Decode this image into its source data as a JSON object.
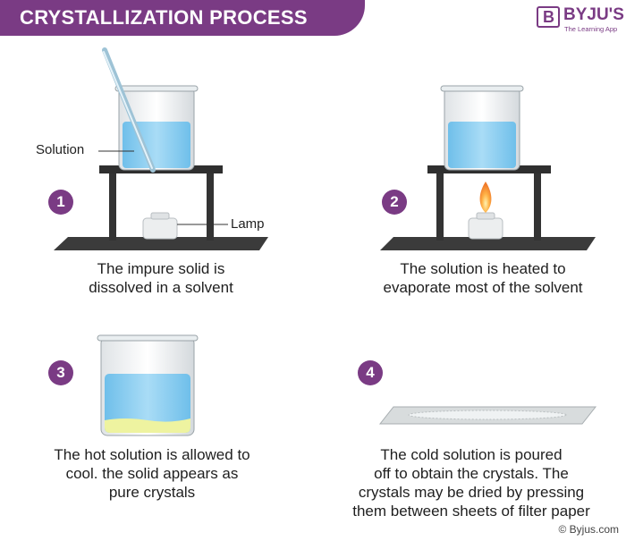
{
  "title": "CRYSTALLIZATION PROCESS",
  "logo": {
    "letter": "B",
    "name": "BYJU'S",
    "tagline": "The Learning App"
  },
  "steps": [
    {
      "number": "1",
      "caption_lines": [
        "The impure solid is",
        "dissolved in a solvent"
      ]
    },
    {
      "number": "2",
      "caption_lines": [
        "The solution is heated to",
        "evaporate most of the solvent"
      ]
    },
    {
      "number": "3",
      "caption_lines": [
        "The hot solution is allowed to",
        "cool. the solid appears as",
        "pure crystals"
      ]
    },
    {
      "number": "4",
      "caption_lines": [
        "The cold solution is poured",
        "off to obtain the crystals. The",
        "crystals may be dried by pressing",
        "them between sheets of filter paper"
      ]
    }
  ],
  "labels": {
    "solution": "Solution",
    "lamp": "Lamp"
  },
  "copyright": "© Byjus.com",
  "colors": {
    "brand": "#7a3b84",
    "liquid": "#7fc8ef",
    "stand": "#3a3a3a",
    "crystals": "#eef3a0"
  }
}
